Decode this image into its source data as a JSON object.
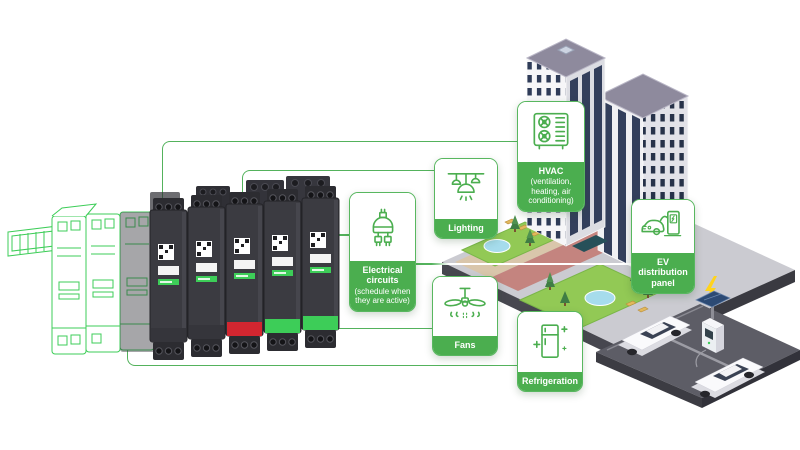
{
  "canvas": {
    "background": "#ffffff"
  },
  "colors": {
    "brand_green": "#3DCD58",
    "card_band_green": "#4BAE4F",
    "connector_green": "#53B25C",
    "module_red_band": "#D22630",
    "module_body": "#3B3B41",
    "window_navy": "#2F3C58",
    "platform_gray": "#CBCBD1",
    "parking_gray": "#5D5D66",
    "lawn_green": "#92C955",
    "pond_blue": "#A6DCEC",
    "bolt_yellow": "#FFD31C"
  },
  "illustrations": {
    "product": "smart-relay-modules-on-din-rail",
    "building": "office-building-with-landscaped-grounds",
    "parking": "ev-charging-parking-lot"
  },
  "cards": {
    "lighting": {
      "label": "Lighting",
      "icon": "pendant-lights-icon"
    },
    "hvac": {
      "label": "HVAC",
      "sublabel": "(ventilation, heating, air conditioning)",
      "icon": "hvac-unit-icon"
    },
    "electrical": {
      "label": "Electrical circuits",
      "sublabel": "(schedule when they are active)",
      "icon": "plug-circuit-icon"
    },
    "fans": {
      "label": "Fans",
      "icon": "ceiling-fan-icon"
    },
    "refrigeration": {
      "label": "Refrigeration",
      "icon": "refrigerator-icon"
    },
    "ev": {
      "label": "EV distribution panel",
      "icon": "ev-charger-icon"
    }
  }
}
